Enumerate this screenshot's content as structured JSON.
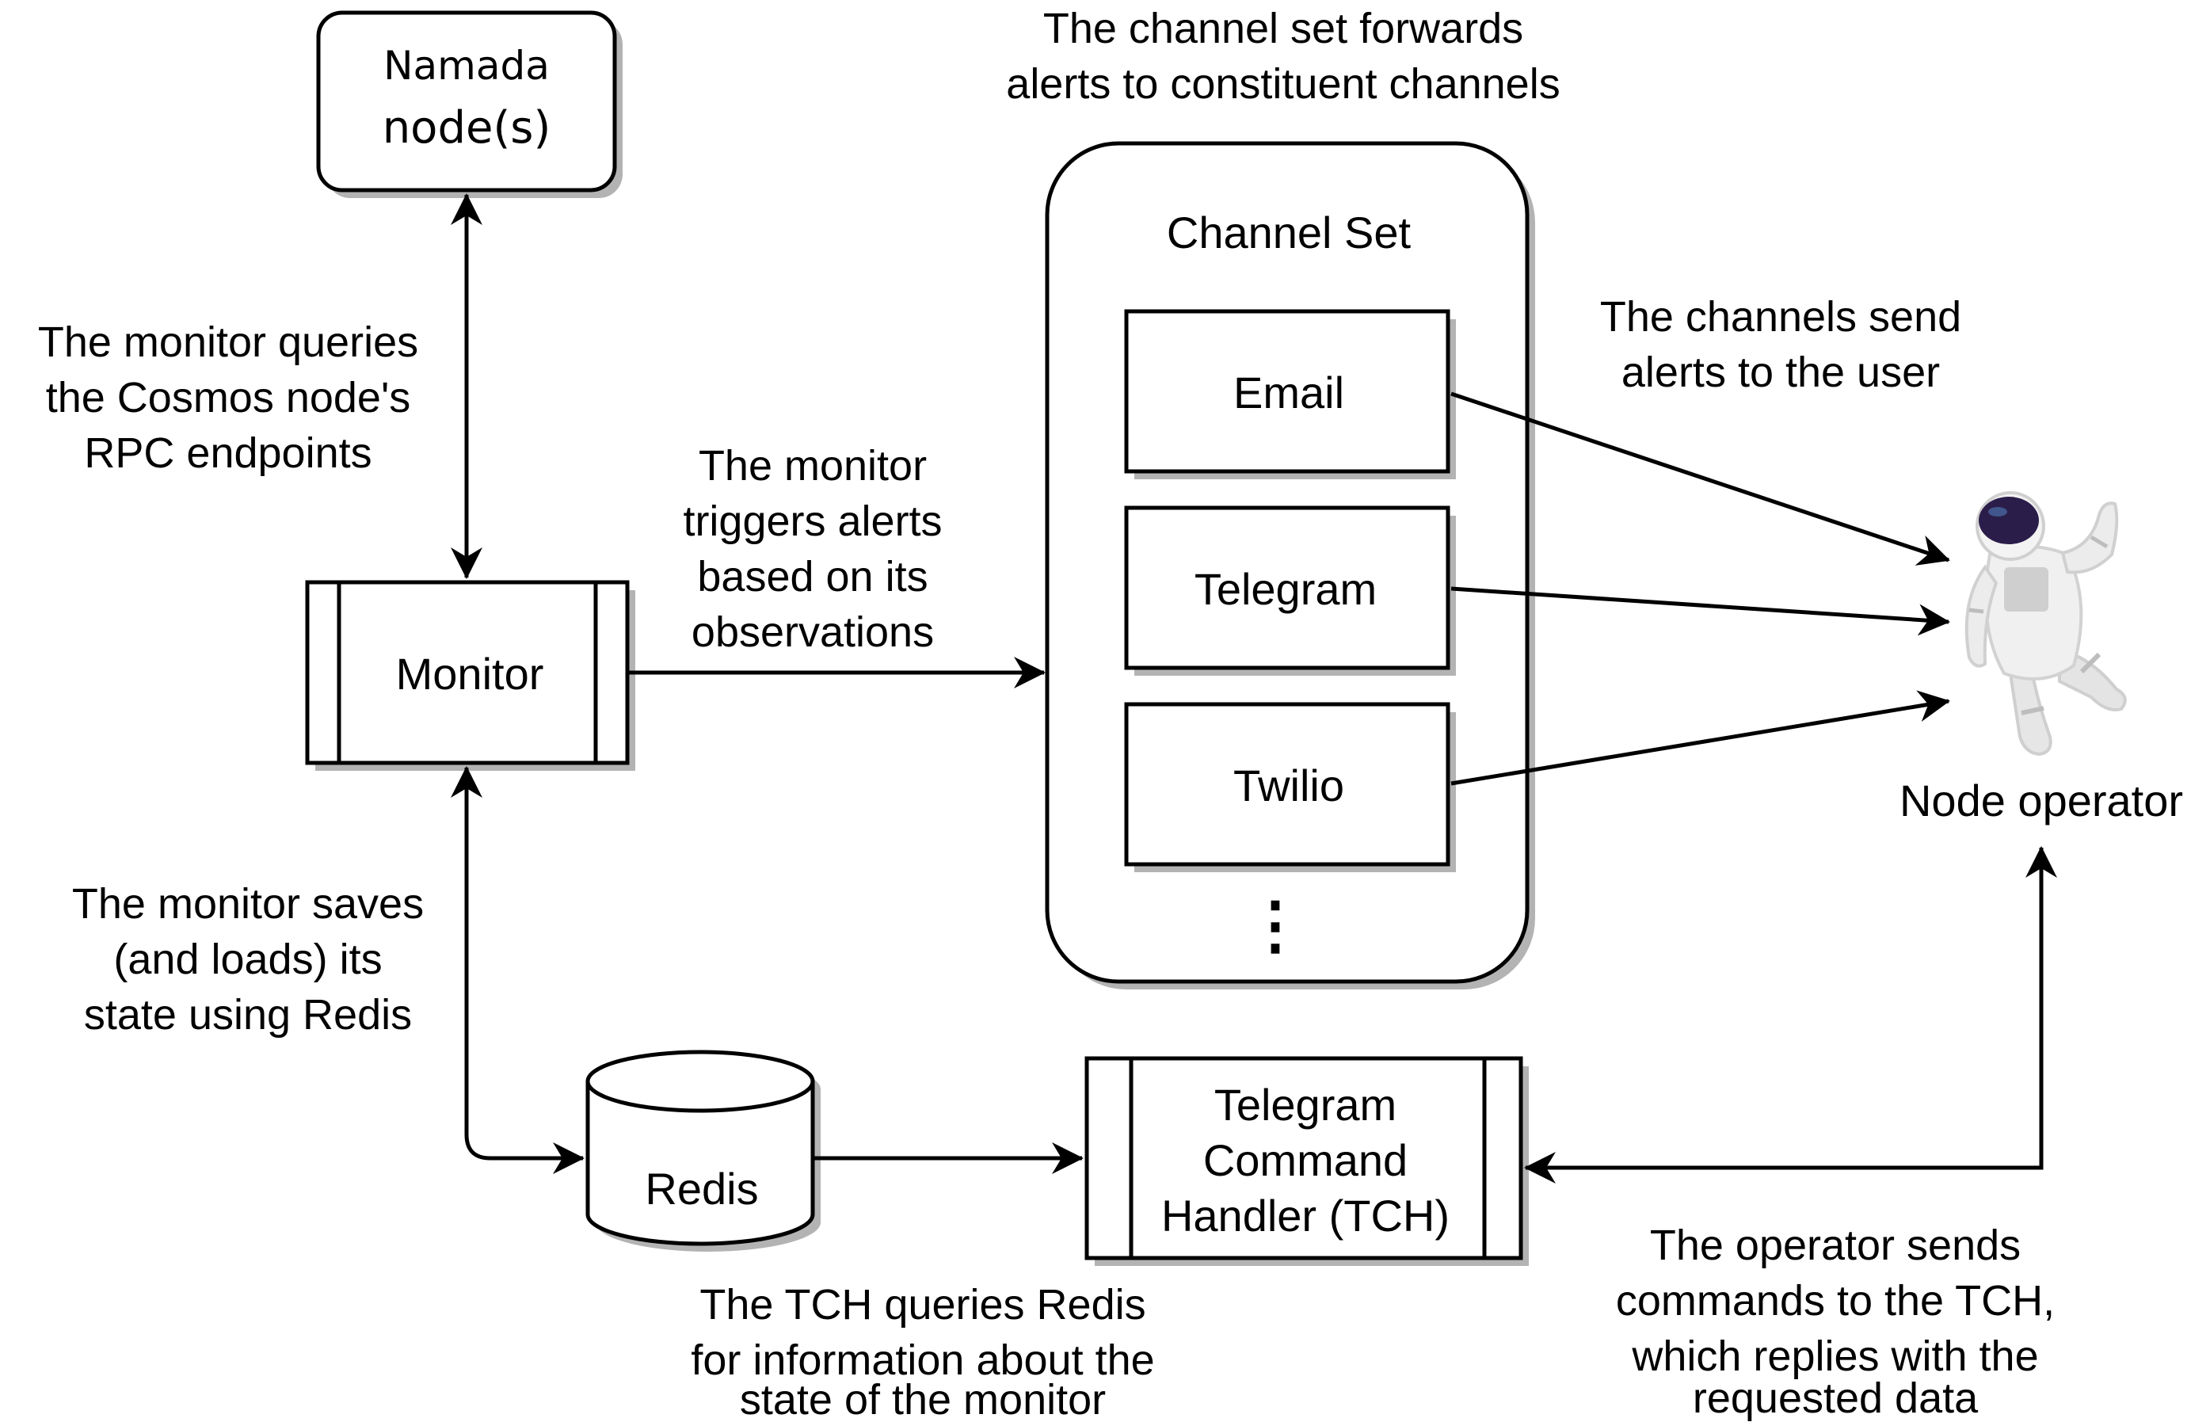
{
  "nodes": {
    "namada": {
      "lines": [
        "Namada",
        "node(s)"
      ]
    },
    "monitor": {
      "label": "Monitor"
    },
    "channel_set": {
      "title": "Channel Set",
      "channels": [
        "Email",
        "Telegram",
        "Twilio"
      ],
      "more": "⋮"
    },
    "redis": {
      "label": "Redis"
    },
    "tch": {
      "lines": [
        "Telegram",
        "Command",
        "Handler (TCH)"
      ]
    },
    "operator": {
      "label": "Node operator",
      "icon": "astronaut-icon"
    }
  },
  "annotations": {
    "monitor_queries": [
      "The monitor queries",
      "the Cosmos node's",
      "RPC endpoints"
    ],
    "monitor_triggers": [
      "The monitor",
      "triggers alerts",
      "based on its",
      "observations"
    ],
    "channel_set_forwards": [
      "The channel set forwards",
      "alerts to constituent channels"
    ],
    "channels_send": [
      "The channels send",
      "alerts to the user"
    ],
    "monitor_saves": [
      "The monitor saves",
      "(and loads) its",
      "state using Redis"
    ],
    "tch_queries": [
      "The TCH queries Redis",
      "for information about the",
      "state of the monitor"
    ],
    "operator_sends": [
      "The operator sends",
      "commands to the TCH,",
      "which replies with the",
      "requested data"
    ]
  },
  "colors": {
    "stroke": "#000000",
    "shadow": "#b3b3b3",
    "fill": "#ffffff",
    "helmet": "#2b1d4a",
    "suit": "#eeeeee",
    "suit_shade": "#c8c8c8"
  }
}
